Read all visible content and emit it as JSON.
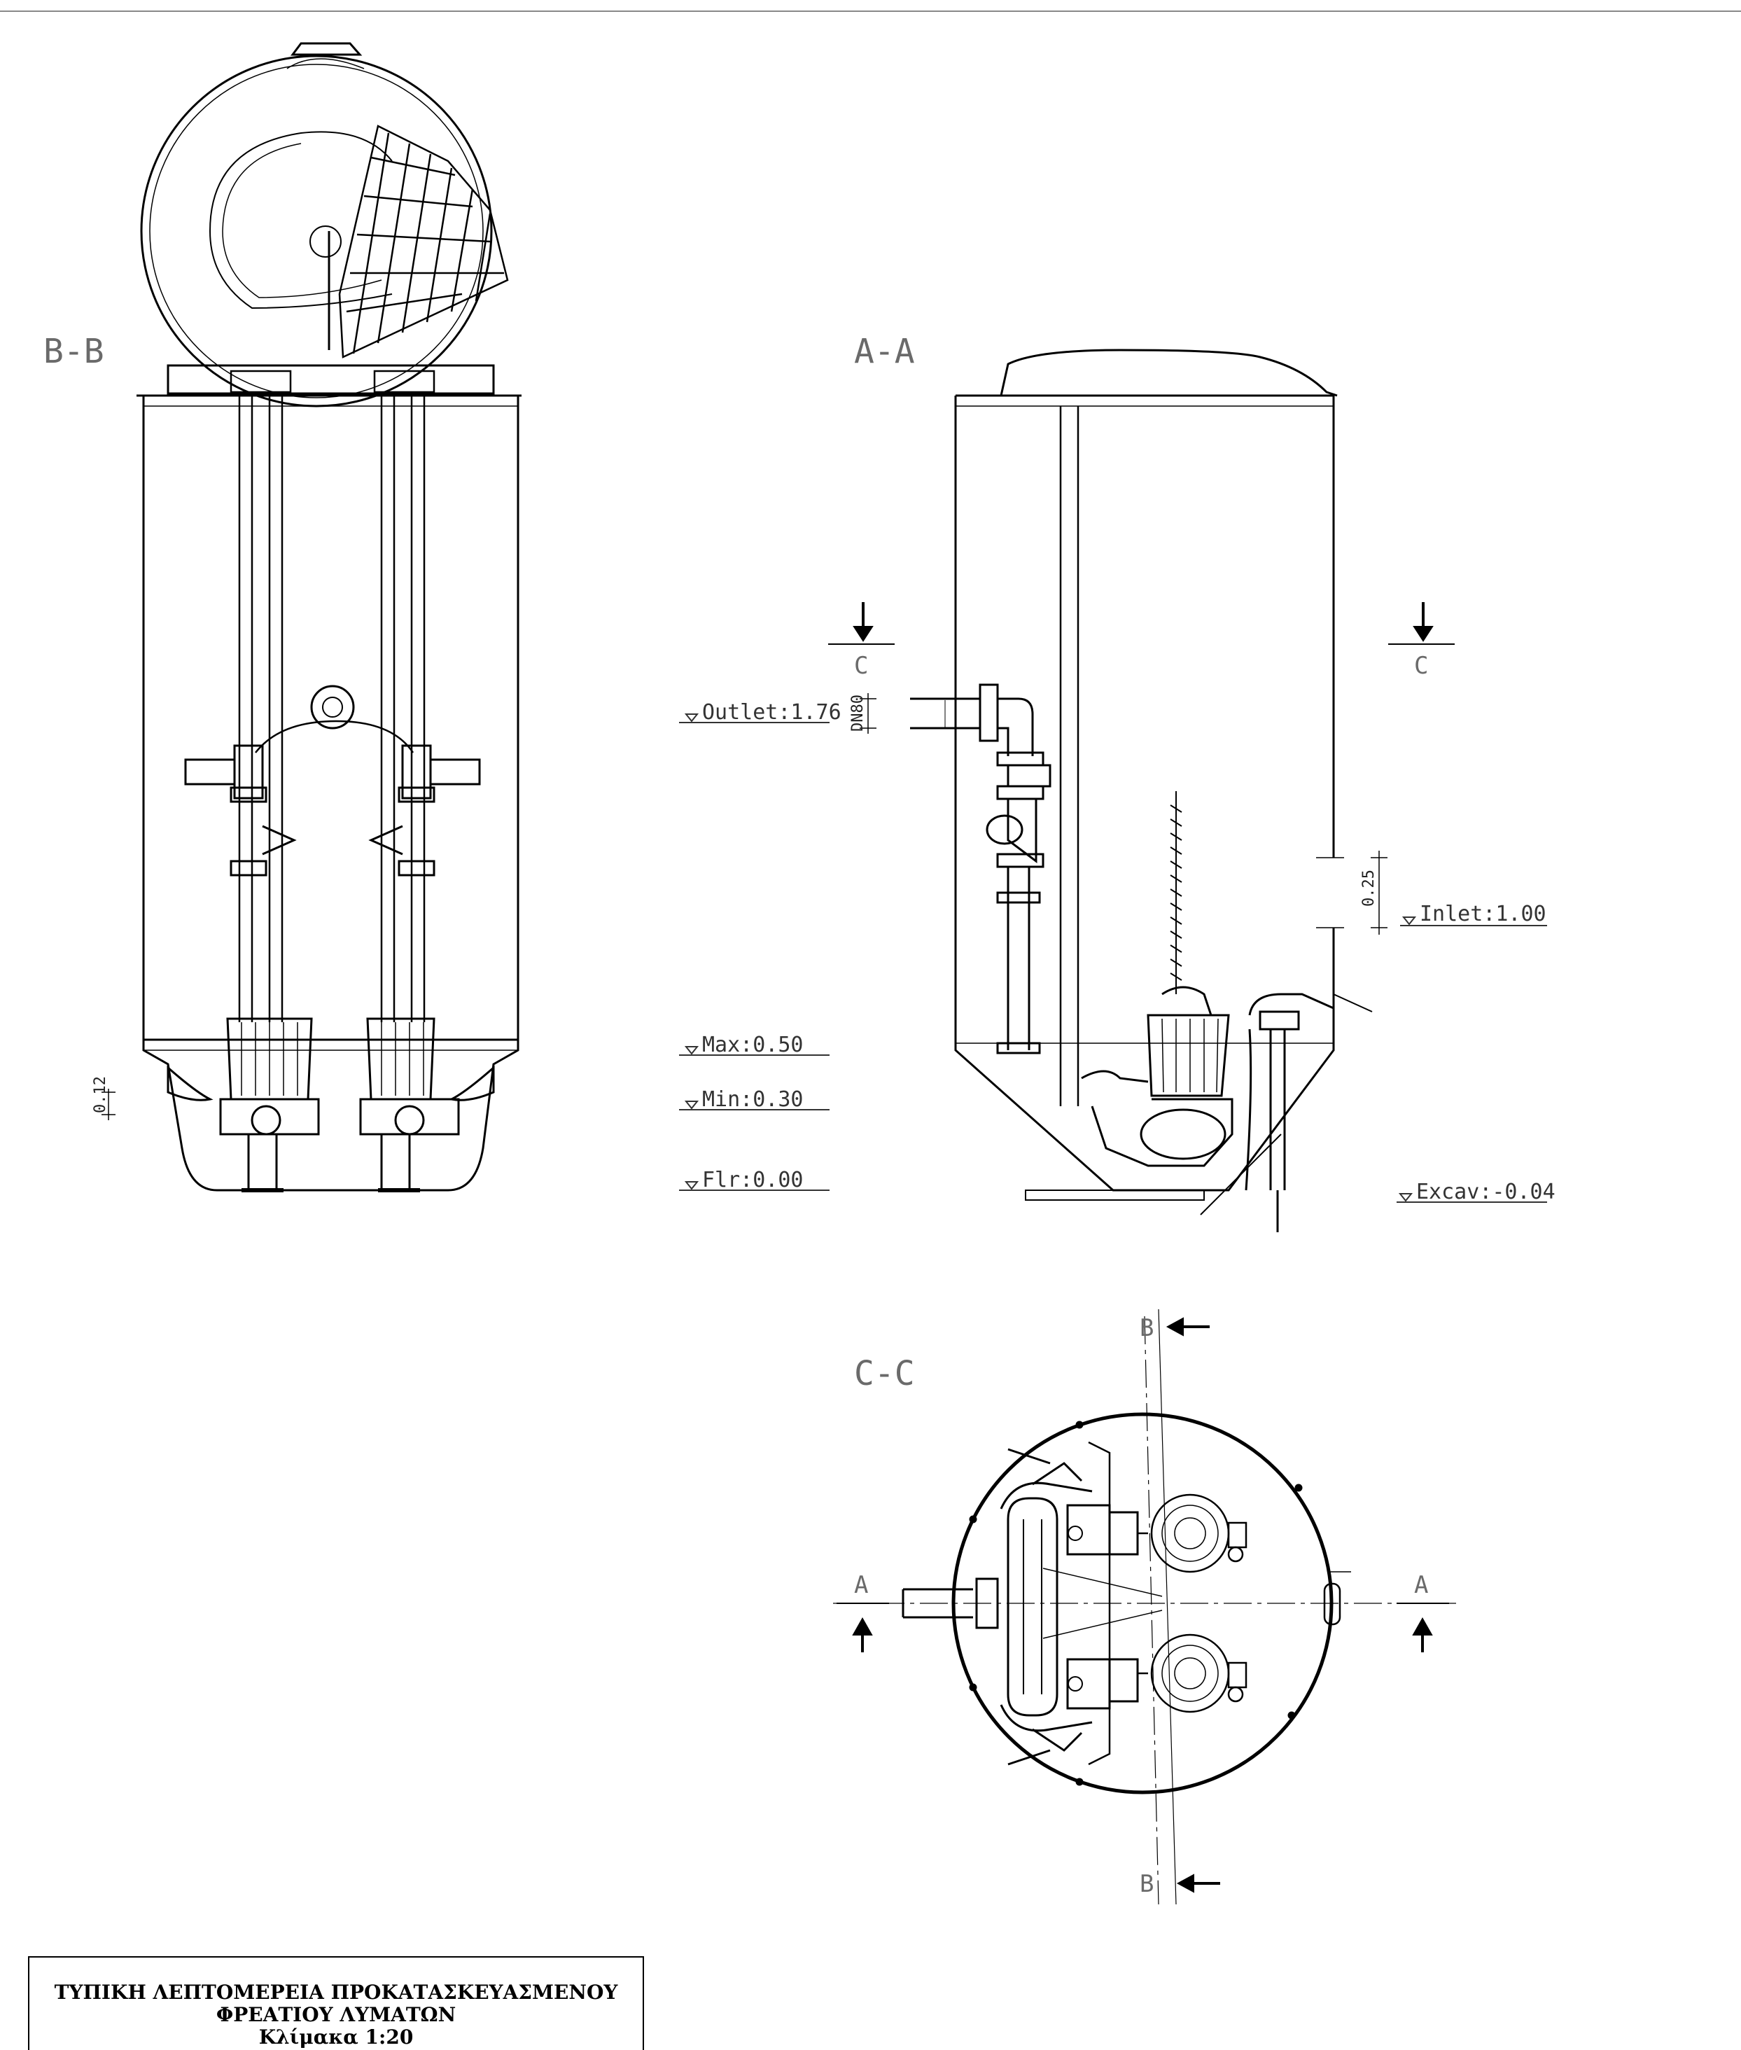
{
  "sections": {
    "bb": "B-B",
    "aa": "A-A",
    "cc": "C-C",
    "c_marker": "C",
    "a_marker": "A",
    "b_marker": "B"
  },
  "levels": {
    "outlet": "Outlet:1.76",
    "inlet": "Inlet:1.00",
    "max": "Max:0.50",
    "min": "Min:0.30",
    "floor": "Flr:0.00",
    "excav": "Excav:-0.04"
  },
  "dimensions": {
    "dn": "DN80",
    "inlet_height": "0.25",
    "side": "0.12"
  },
  "title": {
    "line1": "ΤΥΠΙΚΗ ΛΕΠΤΟΜΕΡΕΙΑ ΠΡΟΚΑΤΑΣΚΕΥΑΣΜΕΝΟΥ",
    "line2": "ΦΡΕΑΤΙΟΥ ΛΥΜΑΤΩΝ",
    "line3": "Κλίμακα 1:20"
  }
}
